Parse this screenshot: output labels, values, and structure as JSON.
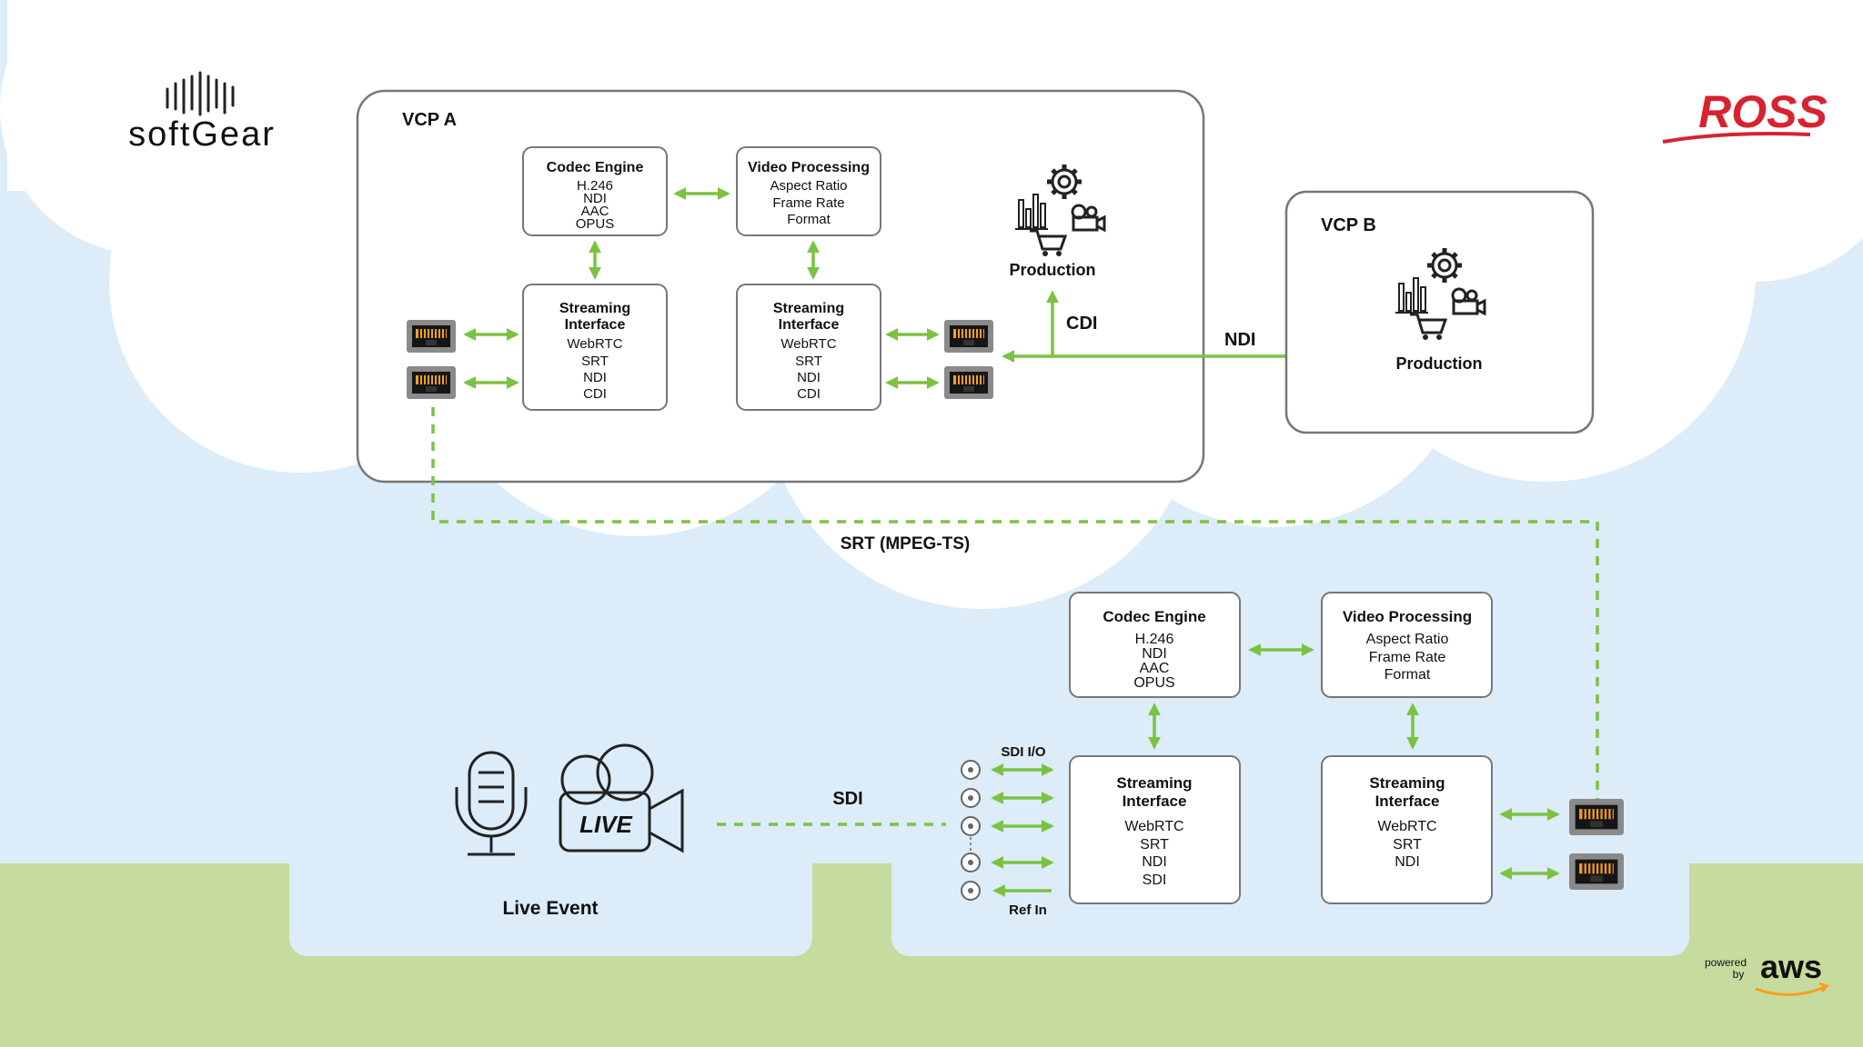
{
  "brand": {
    "left_logo": "softGear",
    "right_logo": "ROSS",
    "powered": [
      "powered",
      "by"
    ],
    "aws": "aws"
  },
  "vcp_a": {
    "title": "VCP A",
    "codec": {
      "title": "Codec Engine",
      "items": [
        "H.246",
        "NDI",
        "AAC",
        "OPUS"
      ]
    },
    "video": {
      "title": "Video Processing",
      "items": [
        "Aspect Ratio",
        "Frame Rate",
        "Format"
      ]
    },
    "stream_left": {
      "title": [
        "Streaming",
        "Interface"
      ],
      "items": [
        "WebRTC",
        "SRT",
        "NDI",
        "CDI"
      ]
    },
    "stream_right": {
      "title": [
        "Streaming",
        "Interface"
      ],
      "items": [
        "WebRTC",
        "SRT",
        "NDI",
        "CDI"
      ]
    },
    "production": "Production"
  },
  "vcp_b": {
    "title": "VCP B",
    "production": "Production"
  },
  "links": {
    "cdi": "CDI",
    "ndi": "NDI",
    "srt": "SRT (MPEG-TS)",
    "sdi": "SDI"
  },
  "edge": {
    "codec": {
      "title": "Codec Engine",
      "items": [
        "H.246",
        "NDI",
        "AAC",
        "OPUS"
      ]
    },
    "video": {
      "title": "Video Processing",
      "items": [
        "Aspect Ratio",
        "Frame Rate",
        "Format"
      ]
    },
    "stream_left": {
      "title": [
        "Streaming",
        "Interface"
      ],
      "items": [
        "WebRTC",
        "SRT",
        "NDI",
        "SDI"
      ]
    },
    "stream_right": {
      "title": [
        "Streaming",
        "Interface"
      ],
      "items": [
        "WebRTC",
        "SRT",
        "NDI"
      ]
    },
    "sdi_io": "SDI I/O",
    "ref_in": "Ref In"
  },
  "live_event": {
    "label": "Live Event",
    "badge": "LIVE"
  },
  "icons": [
    "network-port-icon",
    "bar-chart-icon",
    "gear-icon",
    "shopping-cart-icon",
    "camera-icon",
    "microphone-icon",
    "video-camera-icon",
    "sdi-connector-icon"
  ],
  "colors": {
    "sky": "#dcecf8",
    "cloud": "#ffffff",
    "grass": "#c5dc9e",
    "arrow": "#7cc242",
    "ross_red": "#d7232f",
    "port_orange": "#f6a01a"
  }
}
